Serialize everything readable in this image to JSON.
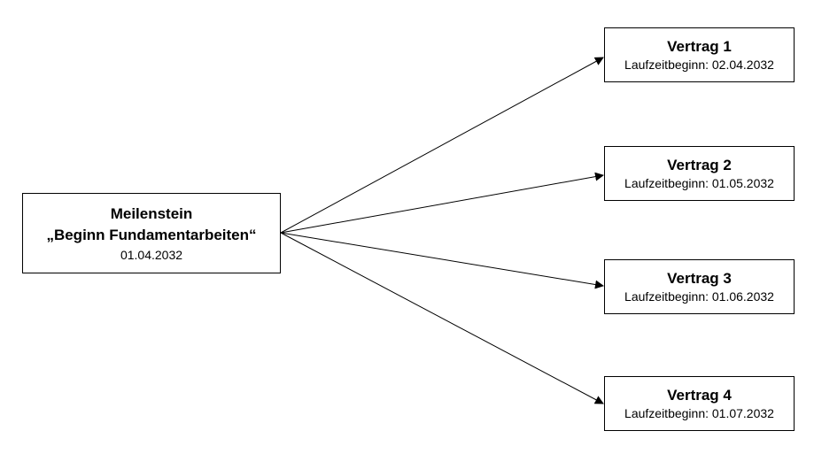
{
  "milestone": {
    "title_line1": "Meilenstein",
    "title_line2": "„Beginn Fundamentarbeiten“",
    "date": "01.04.2032"
  },
  "contracts": [
    {
      "name": "Vertrag 1",
      "start": "Laufzeitbeginn: 02.04.2032"
    },
    {
      "name": "Vertrag 2",
      "start": "Laufzeitbeginn: 01.05.2032"
    },
    {
      "name": "Vertrag 3",
      "start": "Laufzeitbeginn: 01.06.2032"
    },
    {
      "name": "Vertrag 4",
      "start": "Laufzeitbeginn: 01.07.2032"
    }
  ],
  "colors": {
    "line": "#000000",
    "box_border": "#000000",
    "background": "#ffffff"
  }
}
